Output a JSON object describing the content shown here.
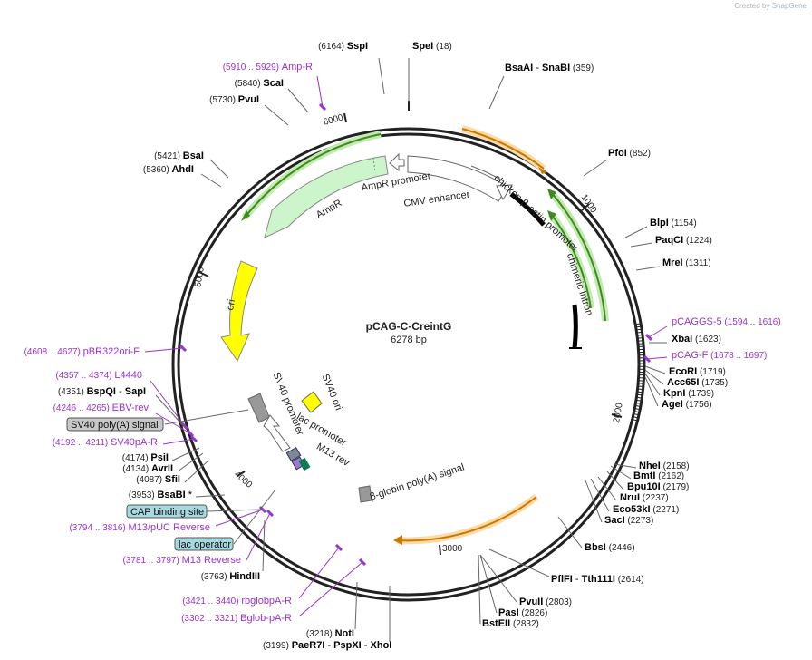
{
  "watermark": {
    "prefix": "Created by",
    "brand": "SnapGene"
  },
  "plasmid": {
    "name": "pCAG-C-CreintG",
    "length_label": "6278 bp",
    "length": 6278
  },
  "tick_labels": [
    "1000",
    "2000",
    "3000",
    "4000",
    "5000",
    "6000"
  ],
  "feature_labels": [
    {
      "key": "cmv",
      "text": "CMV enhancer"
    },
    {
      "key": "actin",
      "text": "chicken β-actin promoter"
    },
    {
      "key": "intron",
      "text": "chimeric intron"
    },
    {
      "key": "ampr_promoter",
      "text": "AmpR promoter"
    },
    {
      "key": "ampr",
      "text": "AmpR"
    },
    {
      "key": "ori",
      "text": "ori"
    },
    {
      "key": "sv40_promoter",
      "text": "SV40 promoter"
    },
    {
      "key": "sv40_ori",
      "text": "SV40 ori"
    },
    {
      "key": "lac_promoter",
      "text": "lac promoter"
    },
    {
      "key": "m13_rev",
      "text": "M13 rev"
    },
    {
      "key": "bglobin_pa",
      "text": "β-globin poly(A) signal"
    }
  ],
  "sites": [
    {
      "key": "spei",
      "name": "SpeI",
      "pos": "(18)"
    },
    {
      "key": "sspi",
      "name": "SspI",
      "pos": "(6164)"
    },
    {
      "key": "bsaai",
      "name": "BsaAI",
      "sep": "-",
      "name2": "SnaBI",
      "pos": "(359)"
    },
    {
      "key": "ampr_primer",
      "name": "Amp-R",
      "pos": "(5910 .. 5929)",
      "primer": true
    },
    {
      "key": "scai",
      "name": "ScaI",
      "pos": "(5840)"
    },
    {
      "key": "pvui_a",
      "name": "PvuI",
      "pos": "(5730)"
    },
    {
      "key": "pfoi",
      "name": "PfoI",
      "pos": "(852)"
    },
    {
      "key": "bsai",
      "name": "BsaI",
      "pos": "(5421)"
    },
    {
      "key": "ahdi",
      "name": "AhdI",
      "pos": "(5360)"
    },
    {
      "key": "blpi",
      "name": "BlpI",
      "pos": "(1154)"
    },
    {
      "key": "paqci",
      "name": "PaqCI",
      "pos": "(1224)"
    },
    {
      "key": "mrei",
      "name": "MreI",
      "pos": "(1311)"
    },
    {
      "key": "pcaggs5",
      "name": "pCAGGS-5",
      "pos": "(1594 .. 1616)",
      "primer": true
    },
    {
      "key": "xbai",
      "name": "XbaI",
      "pos": "(1623)"
    },
    {
      "key": "pcagf",
      "name": "pCAG-F",
      "pos": "(1678 .. 1697)",
      "primer": true
    },
    {
      "key": "ecori",
      "name": "EcoRI",
      "pos": "(1719)"
    },
    {
      "key": "acc65i",
      "name": "Acc65I",
      "pos": "(1735)"
    },
    {
      "key": "kpni",
      "name": "KpnI",
      "pos": "(1739)"
    },
    {
      "key": "agei",
      "name": "AgeI",
      "pos": "(1756)"
    },
    {
      "key": "pbr322",
      "name": "pBR322ori-F",
      "pos": "(4608 .. 4627)",
      "primer": true
    },
    {
      "key": "l4440",
      "name": "L4440",
      "pos": "(4357 .. 4374)",
      "primer": true
    },
    {
      "key": "bspqi",
      "name": "BspQI",
      "sep": "-",
      "name2": "SapI",
      "pos": "(4351)"
    },
    {
      "key": "ebv",
      "name": "EBV-rev",
      "pos": "(4246 .. 4265)",
      "primer": true
    },
    {
      "key": "sv40pa_primer",
      "name": "SV40pA-R",
      "pos": "(4192 .. 4211)",
      "primer": true
    },
    {
      "key": "psii",
      "name": "PsiI",
      "pos": "(4174)"
    },
    {
      "key": "avrii",
      "name": "AvrII",
      "pos": "(4134)"
    },
    {
      "key": "sfii",
      "name": "SfiI",
      "pos": "(4087)"
    },
    {
      "key": "bsabi",
      "name": "BsaBI",
      "sep": "*",
      "pos": "(3953)"
    },
    {
      "key": "m13puc",
      "name": "M13/pUC Reverse",
      "pos": "(3794 .. 3816)",
      "primer": true
    },
    {
      "key": "m13rev_primer",
      "name": "M13 Reverse",
      "pos": "(3781 .. 3797)",
      "primer": true
    },
    {
      "key": "hindiii",
      "name": "HindIII",
      "pos": "(3763)"
    },
    {
      "key": "rbglob",
      "name": "rbglobpA-R",
      "pos": "(3421 .. 3440)",
      "primer": true
    },
    {
      "key": "bglob",
      "name": "Bglob-pA-R",
      "pos": "(3302 .. 3321)",
      "primer": true
    },
    {
      "key": "noti",
      "name": "NotI",
      "pos": "(3218)"
    },
    {
      "key": "paer7i",
      "name": "PaeR7I",
      "sep": "-",
      "name2": "PspXI",
      "sep2": "-",
      "name3": "XhoI",
      "pos": "(3199)"
    },
    {
      "key": "nhei",
      "name": "NheI",
      "pos": "(2158)"
    },
    {
      "key": "bmti",
      "name": "BmtI",
      "pos": "(2162)"
    },
    {
      "key": "bpu10i",
      "name": "Bpu10I",
      "pos": "(2179)"
    },
    {
      "key": "nrui",
      "name": "NruI",
      "pos": "(2237)"
    },
    {
      "key": "eco53ki",
      "name": "Eco53kI",
      "pos": "(2271)"
    },
    {
      "key": "saci",
      "name": "SacI",
      "pos": "(2273)"
    },
    {
      "key": "bbsi",
      "name": "BbsI",
      "pos": "(2446)"
    },
    {
      "key": "pflfi",
      "name": "PflFI",
      "sep": "-",
      "name2": "Tth111I",
      "pos": "(2614)"
    },
    {
      "key": "pvuii",
      "name": "PvuII",
      "pos": "(2803)"
    },
    {
      "key": "pasi",
      "name": "PasI",
      "pos": "(2826)"
    },
    {
      "key": "bsteii",
      "name": "BstEII",
      "pos": "(2832)"
    }
  ],
  "boxed_labels": [
    {
      "key": "sv40pa",
      "text": "SV40 poly(A) signal",
      "color": "#c8c8c8"
    },
    {
      "key": "cap",
      "text": "CAP binding site",
      "color": "#a7d9e0"
    },
    {
      "key": "lacop",
      "text": "lac operator",
      "color": "#a7d9e0"
    }
  ],
  "colors": {
    "backbone": "#222222",
    "primer": "#9933cc",
    "cds": "#ccf5cc",
    "ori": "#ffff00",
    "mrna": "#ffb84d",
    "primer_green": "#7fd35f"
  }
}
